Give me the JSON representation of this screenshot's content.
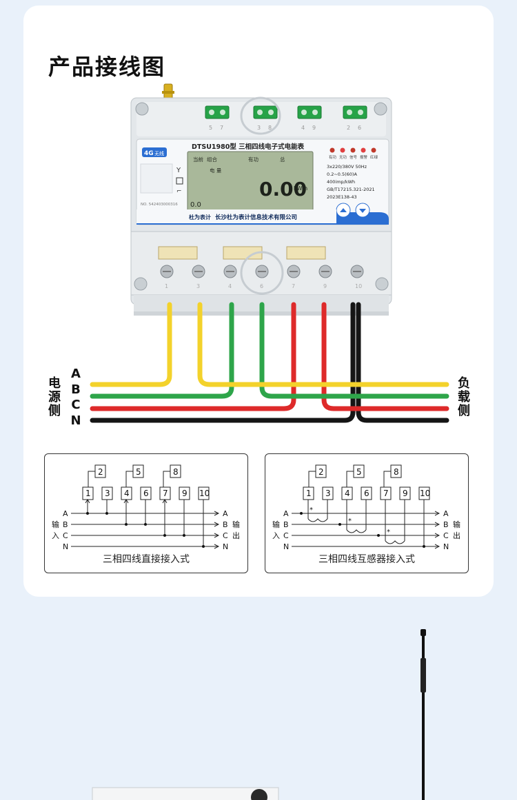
{
  "page_title": "产品接线图",
  "meter": {
    "model_title": "DTSU1980型 三相四线电子式电能表",
    "badge_4g": "4G",
    "badge_wireless": "无线",
    "lcd_top": [
      "当前",
      "组合",
      "有功",
      "总"
    ],
    "lcd_label": "电 量",
    "lcd_value": "0.00",
    "lcd_unit": "kW h",
    "lcd_small": "0.0",
    "serial": "NO. 542403000316",
    "indicators": [
      "有功",
      "无功",
      "信号",
      "报警",
      "红绿"
    ],
    "specs": [
      "3x220/380V    50Hz",
      "0.2~0.5(60)A",
      "400imp/kWh",
      "GB/T17215.321-2021",
      "2023E138-43"
    ],
    "brand": "杜为表计",
    "company": "长沙杜为表计信息技术有限公司",
    "top_terminals": [
      "5",
      "7",
      "3",
      "8",
      "4",
      "9",
      "2",
      "6"
    ],
    "bottom_terminals": [
      "1",
      "3",
      "4",
      "6",
      "7",
      "9",
      "10"
    ]
  },
  "wiring": {
    "source_side": "电源侧",
    "load_side": "负载侧",
    "phases": [
      "A",
      "B",
      "C",
      "N"
    ],
    "colors": {
      "A": "#f3d22b",
      "B": "#2ea54a",
      "C": "#de2a2a",
      "N": "#151515"
    }
  },
  "diagrams": [
    {
      "caption": "三相四线直接接入式",
      "top_numbers": [
        "2",
        "5",
        "8"
      ],
      "terminals": [
        "1",
        "3",
        "4",
        "6",
        "7",
        "9",
        "10"
      ],
      "phases": [
        "A",
        "B",
        "C",
        "N"
      ],
      "input_label": [
        "输",
        "入"
      ],
      "output_label": [
        "输",
        "出"
      ]
    },
    {
      "caption": "三相四线互感器接入式",
      "top_numbers": [
        "2",
        "5",
        "8"
      ],
      "terminals": [
        "1",
        "3",
        "4",
        "6",
        "7",
        "9",
        "10"
      ],
      "phases": [
        "A",
        "B",
        "C",
        "N"
      ],
      "input_label": [
        "输",
        "入"
      ],
      "output_label": [
        "输",
        "出"
      ]
    }
  ]
}
